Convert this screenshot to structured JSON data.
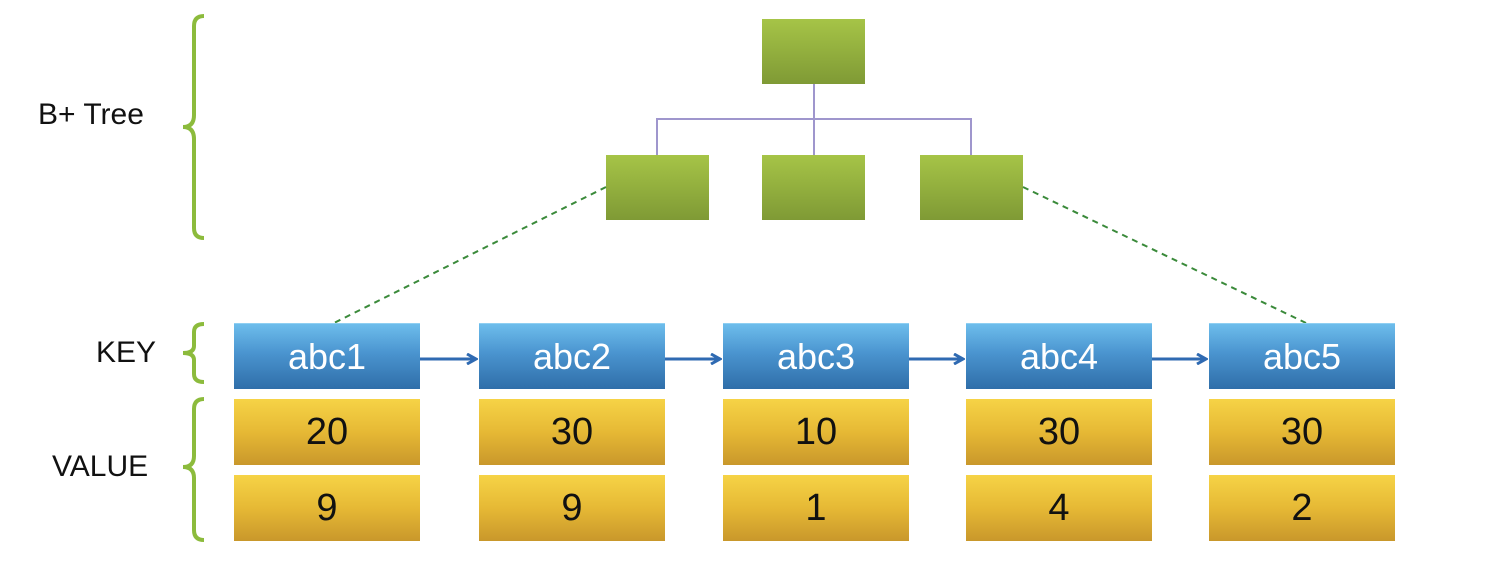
{
  "labels": {
    "btree": "B+ Tree",
    "key": "KEY",
    "value": "VALUE"
  },
  "tree": {
    "root": 1,
    "children": 3
  },
  "columns": [
    {
      "key": "abc1",
      "values": [
        "20",
        "9"
      ]
    },
    {
      "key": "abc2",
      "values": [
        "30",
        "9"
      ]
    },
    {
      "key": "abc3",
      "values": [
        "10",
        "1"
      ]
    },
    {
      "key": "abc4",
      "values": [
        "30",
        "4"
      ]
    },
    {
      "key": "abc5",
      "values": [
        "30",
        "2"
      ]
    }
  ],
  "colors": {
    "tree_node_top": "#a6c447",
    "tree_node_bottom": "#7f9a35",
    "tree_connector": "#9f96cd",
    "dashed_link": "#3a8a3a",
    "bracket": "#8cbb3c",
    "key_top": "#6dbdec",
    "key_bottom": "#2f6ea9",
    "arrow": "#2f6ab2",
    "value_top": "#f6d346",
    "value_bottom": "#c9982b"
  }
}
